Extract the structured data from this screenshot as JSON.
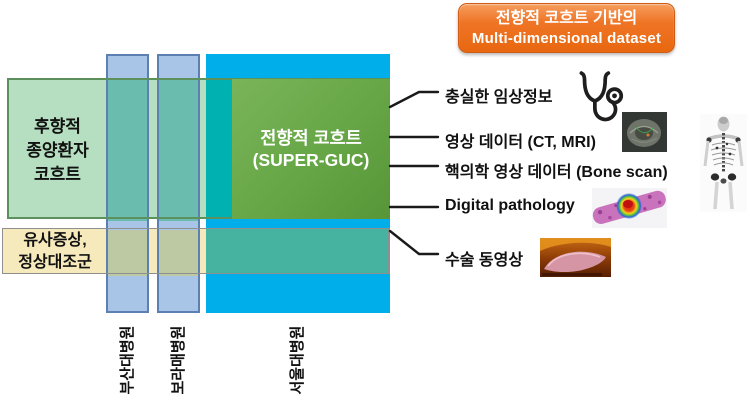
{
  "banner": {
    "line1": "전향적 코흐트 기반의",
    "line2": "Multi-dimensional dataset"
  },
  "boxes": {
    "retrospective": {
      "lines": [
        "후향적",
        "종양환자",
        "코흐트"
      ]
    },
    "control": {
      "lines": [
        "유사증상,",
        "정상대조군"
      ]
    },
    "prospective": {
      "lines": [
        "전향적 코흐트",
        "(SUPER-GUC)"
      ]
    }
  },
  "hospitals": [
    {
      "label": "부산대병원"
    },
    {
      "label": "보라매병원"
    },
    {
      "label": "서울대병원"
    }
  ],
  "datasets": [
    {
      "label": "충실한 임상정보",
      "icon": "stethoscope-icon"
    },
    {
      "label": "영상 데이터 (CT, MRI)",
      "icon": "ct-mri-image"
    },
    {
      "label": "핵의학 영상 데이터 (Bone scan)",
      "icon": "bone-scan-image"
    },
    {
      "label": "Digital pathology",
      "icon": "pathology-image"
    },
    {
      "label": "수술 동영상",
      "icon": "surgery-video-image"
    }
  ],
  "colors": {
    "banner_orange": "#ee7322",
    "column_blue": "#a8c5e7",
    "column_blue_border": "#5d80b3",
    "column_cyan": "#00aeea",
    "retro_green": "#b5dfc0",
    "retro_green_border": "#5c905c",
    "control_yellow": "#f6eabd",
    "prospective_green": "#66a646",
    "overlap_blue_green": "#6abcae",
    "overlap_cyan_green": "#00b1b2",
    "overlap_blue_yellow": "#bdc9a2",
    "overlap_cyan_yellow": "#46b2a0",
    "connector_black": "#1a1a1a"
  }
}
